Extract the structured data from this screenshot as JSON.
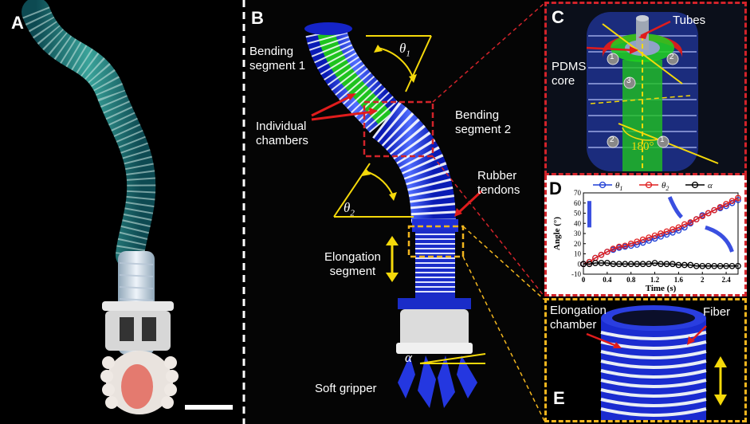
{
  "panels": {
    "a": {
      "label": "A"
    },
    "b": {
      "label": "B",
      "bending1": [
        "Bending",
        "segment 1"
      ],
      "theta1": "θ",
      "theta1_sub": "1",
      "individual": [
        "Individual",
        "chambers"
      ],
      "bending2": [
        "Bending",
        "segment 2"
      ],
      "theta2": "θ",
      "theta2_sub": "2",
      "rubber": [
        "Rubber",
        "tendons"
      ],
      "elongation": [
        "Elongation",
        "segment"
      ],
      "alpha": "α",
      "gripper": "Soft gripper"
    },
    "c": {
      "label": "C",
      "tubes": "Tubes",
      "pdms": [
        "PDMS",
        "core"
      ],
      "n1": "1",
      "n2": "2",
      "n3": "3",
      "m1": "1",
      "m2": "2",
      "angle": "180°"
    },
    "d": {
      "label": "D"
    },
    "e": {
      "label": "E",
      "elong": [
        "Elongation",
        "chamber"
      ],
      "fiber": "Fiber"
    }
  },
  "colors": {
    "dash_white": "#ffffff",
    "dash_red": "#d2232a",
    "dash_yellow": "#f2b61e",
    "theta1_series": "#1f3fd6",
    "theta2_series": "#e02020",
    "alpha_series": "#000000"
  },
  "chart_data": {
    "type": "line",
    "xlabel": "Time (s)",
    "ylabel": "Angle (°)",
    "xlim": [
      0,
      2.6
    ],
    "ylim": [
      -10,
      70
    ],
    "xticks": [
      "0",
      "0.4",
      "0.8",
      "1.2",
      "1.6",
      "2",
      "2.4"
    ],
    "yticks": [
      "-10",
      "0",
      "10",
      "20",
      "30",
      "40",
      "50",
      "60",
      "70"
    ],
    "grid": false,
    "legend_position": "top",
    "x": [
      0,
      0.1,
      0.2,
      0.3,
      0.4,
      0.5,
      0.6,
      0.7,
      0.8,
      0.9,
      1.0,
      1.1,
      1.2,
      1.3,
      1.4,
      1.5,
      1.6,
      1.7,
      1.8,
      1.9,
      2.0,
      2.1,
      2.2,
      2.3,
      2.4,
      2.5,
      2.6
    ],
    "series": [
      {
        "name": "θ",
        "sub": "1",
        "color": "#1f3fd6",
        "values": [
          0,
          2,
          6,
          9,
          12,
          14,
          16,
          17,
          18,
          19,
          21,
          23,
          25,
          27,
          29,
          31,
          33,
          36,
          40,
          44,
          48,
          50,
          53,
          55,
          57,
          60,
          63
        ]
      },
      {
        "name": "θ",
        "sub": "2",
        "color": "#e02020",
        "values": [
          0,
          2,
          6,
          9,
          12,
          15,
          17,
          18,
          20,
          22,
          24,
          26,
          28,
          30,
          32,
          34,
          36,
          39,
          41,
          44,
          47,
          50,
          53,
          56,
          59,
          62,
          65
        ]
      },
      {
        "name": "α",
        "sub": "",
        "color": "#000000",
        "values": [
          0,
          0,
          1,
          1,
          1,
          0,
          0,
          0,
          0,
          0,
          0,
          0,
          1,
          0,
          0,
          0,
          -1,
          -1,
          -1,
          -2,
          -2,
          -2,
          -2,
          -2,
          -2,
          -2,
          -2
        ]
      }
    ]
  }
}
